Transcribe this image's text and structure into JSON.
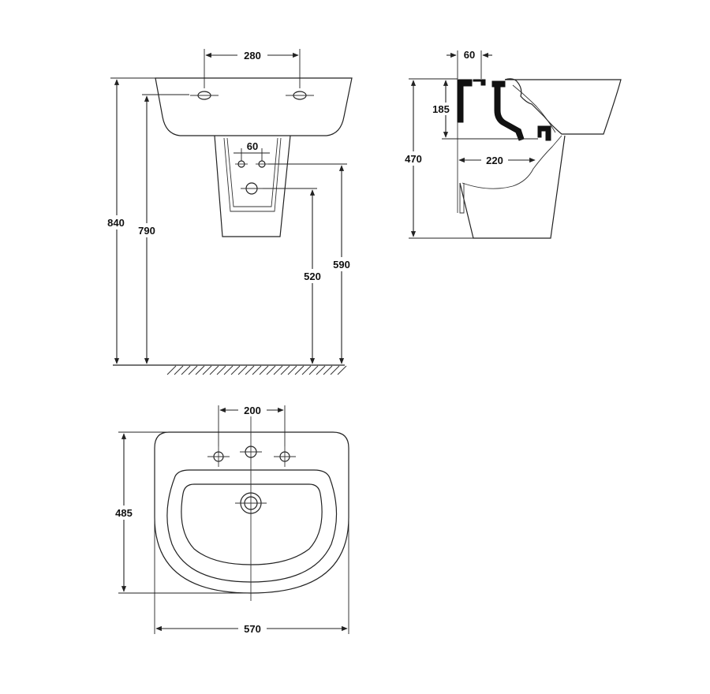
{
  "dimensions": {
    "front_tap_spacing": "280",
    "front_pedestal_holes": "60",
    "front_total_height": "840",
    "front_rim_height": "790",
    "front_drain_height": "520",
    "front_waste_height": "590",
    "side_wall_thickness": "60",
    "side_trap_height": "185",
    "side_depth_height": "470",
    "side_trap_projection": "220",
    "top_tap_spacing": "200",
    "top_depth": "485",
    "top_width": "570"
  },
  "colors": {
    "line": "#222222",
    "wall_solid": "#111111",
    "background": "#ffffff"
  }
}
